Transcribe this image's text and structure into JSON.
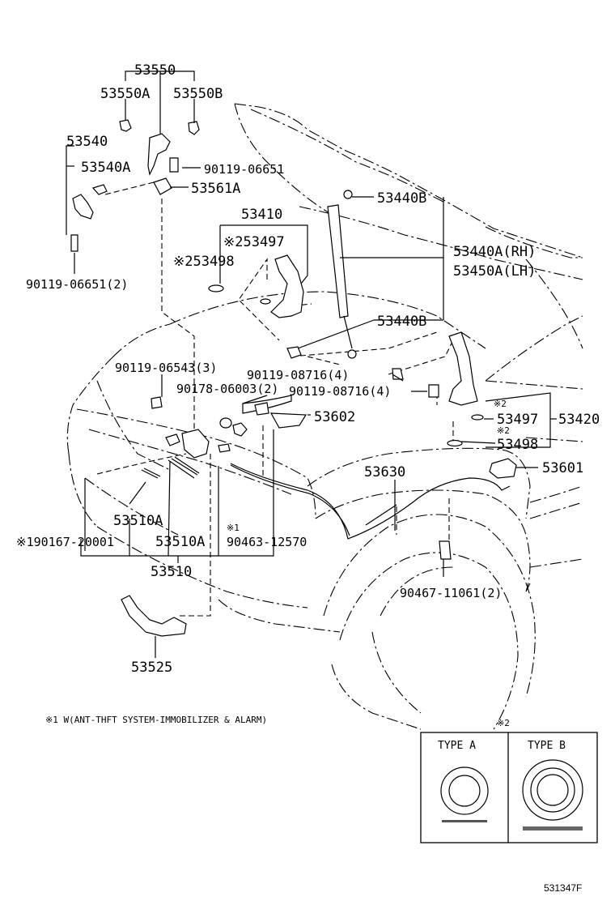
{
  "labels": {
    "p53550": "53550",
    "p53550a": "53550A",
    "p53550b": "53550B",
    "p53540": "53540",
    "p53540a": "53540A",
    "p90119_06651": "90119-06651",
    "p53561a": "53561A",
    "p90119_06651_2": "90119-06651(2)",
    "p53440b_top": "53440B",
    "p53410": "53410",
    "p53497_a": "※253497",
    "p53498_a": "※253498",
    "p53440a": "53440A(RH)",
    "p53450a": "53450A(LH)",
    "p53440b_bot": "53440B",
    "p90119_06543": "90119-06543(3)",
    "p90178": "90178-06003(2)",
    "p90119_08716_a": "90119-08716(4)",
    "p90119_08716_b": "90119-08716(4)",
    "p53602": "53602",
    "p53497_b_mark": "※2",
    "p53497_b": "53497",
    "p53498_b_mark": "※2",
    "p53498_b": "53498",
    "p53420": "53420",
    "p53601": "53601",
    "p53630": "53630",
    "p53510a_1": "53510A",
    "p90463_mark": "※1",
    "p90167": "※190167-20001",
    "p53510a_2": "53510A",
    "p90463": "90463-12570",
    "p53510": "53510",
    "p90467": "90467-11061(2)",
    "p53525": "53525"
  },
  "footnote": "※1 W(ANT-THFT SYSTEM-IMMOBILIZER & ALARM)",
  "legend": {
    "mark": "※2",
    "type_a": "TYPE  A",
    "type_b": "TYPE  B"
  },
  "figure_code": "531347F"
}
